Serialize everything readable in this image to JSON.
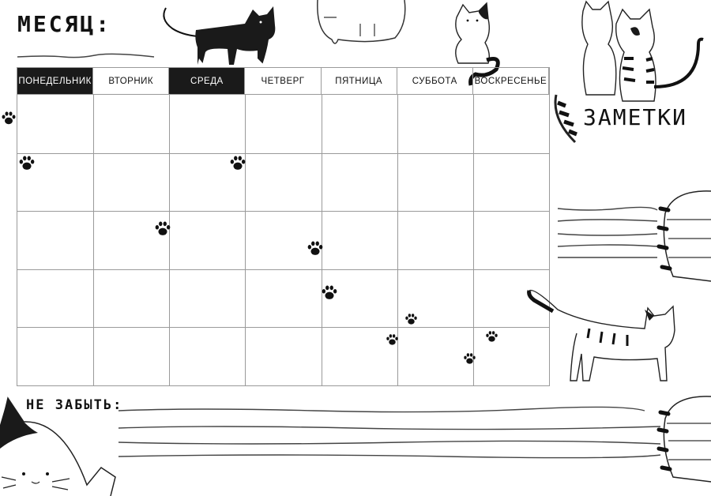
{
  "header": {
    "month_label": "МЕСЯЦ:"
  },
  "calendar": {
    "weekdays": [
      {
        "label": "ПОНЕДЕЛЬНИК",
        "highlight": true
      },
      {
        "label": "ВТОРНИК",
        "highlight": false
      },
      {
        "label": "СРЕДА",
        "highlight": true
      },
      {
        "label": "ЧЕТВЕРГ",
        "highlight": false
      },
      {
        "label": "ПЯТНИЦА",
        "highlight": false
      },
      {
        "label": "СУББОТА",
        "highlight": false
      },
      {
        "label": "ВОСКРЕСЕНЬЕ",
        "highlight": false
      }
    ],
    "week_rows": 5
  },
  "notes": {
    "label": "ЗАМЕТКИ"
  },
  "reminders": {
    "label": "НЕ ЗАБЫТЬ:"
  },
  "colors": {
    "ink": "#1a1a1a",
    "grid": "#9a9a9a",
    "paper": "#ffffff"
  },
  "icons": [
    "paw-print-icon",
    "cat-illustration",
    "cat-paw-icon"
  ]
}
